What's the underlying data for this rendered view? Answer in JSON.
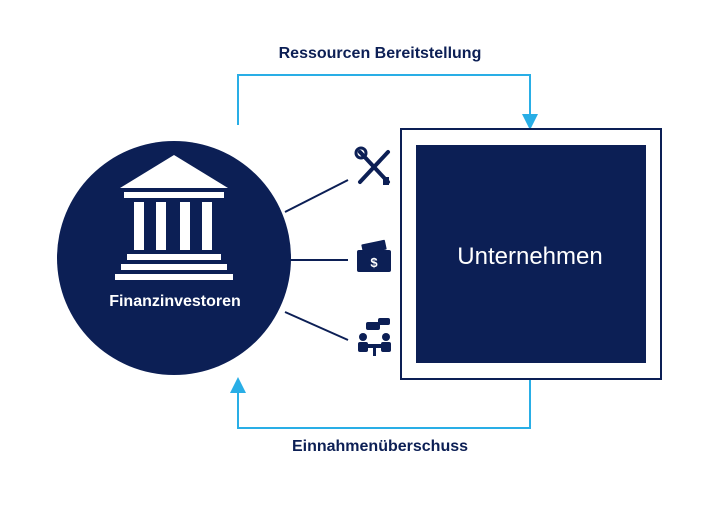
{
  "diagram": {
    "top_arrow_label": "Ressourcen Bereitstellung",
    "bottom_arrow_label": "Einnahmenüberschuss",
    "investor_label": "Finanzinvestoren",
    "company_label": "Unternehmen",
    "resource_icons": [
      "tools-icon",
      "money-wallet-icon",
      "meeting-icon"
    ]
  },
  "colors": {
    "navy": "#0c1f55",
    "arrow": "#29aee6",
    "white": "#ffffff"
  }
}
